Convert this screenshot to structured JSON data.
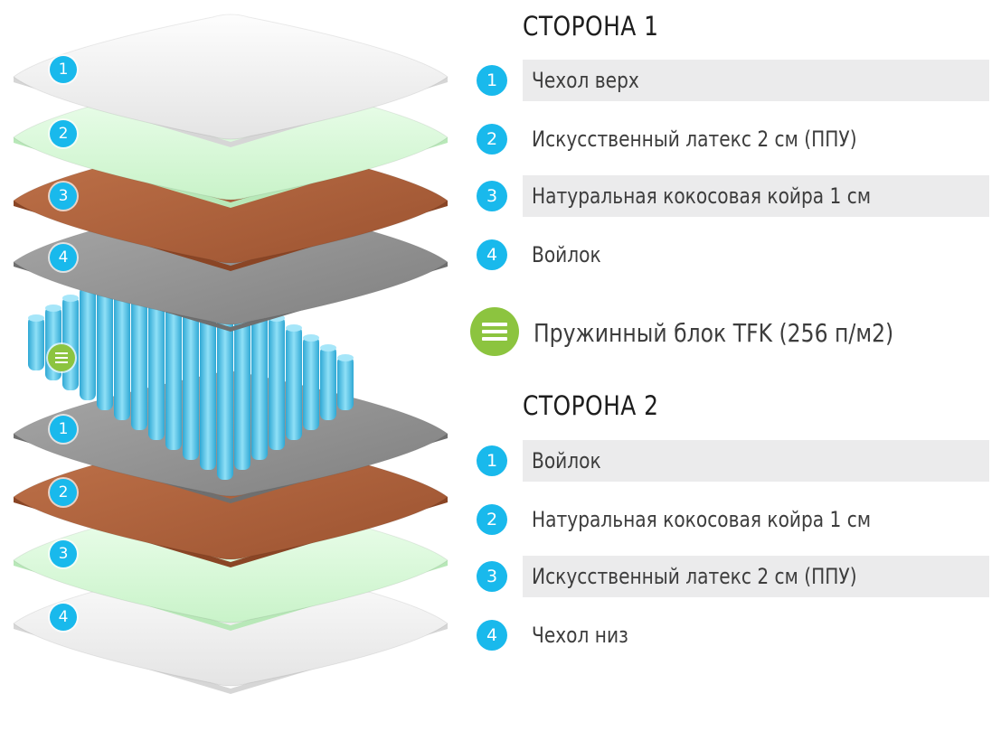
{
  "side1": {
    "title": "СТОРОНА 1",
    "items": [
      {
        "num": "1",
        "label": "Чехол верх",
        "shaded": true
      },
      {
        "num": "2",
        "label": "Искусственный латекс 2 см (ППУ)",
        "shaded": false
      },
      {
        "num": "3",
        "label": "Натуральная кокосовая койра 1 см",
        "shaded": true
      },
      {
        "num": "4",
        "label": "Войлок",
        "shaded": false
      }
    ]
  },
  "spring_block": {
    "label": "Пружинный блок TFK (256 п/м2)",
    "icon": "spring-block-icon"
  },
  "side2": {
    "title": "СТОРОНА 2",
    "items": [
      {
        "num": "1",
        "label": "Войлок",
        "shaded": true
      },
      {
        "num": "2",
        "label": "Натуральная кокосовая койра 1 см",
        "shaded": false
      },
      {
        "num": "3",
        "label": "Искусственный латекс 2 см (ППУ)",
        "shaded": true
      },
      {
        "num": "4",
        "label": "Чехол низ",
        "shaded": false
      }
    ]
  },
  "layer_badges_side1": [
    "1",
    "2",
    "3",
    "4"
  ],
  "layer_badges_side2": [
    "1",
    "2",
    "3",
    "4"
  ],
  "colors": {
    "badge_blue": "#19b9ec",
    "badge_green": "#8cc43f",
    "row_shade": "#ebebec",
    "text": "#3d3d3d",
    "coir": "#b3643a",
    "felt": "#9a9a9a",
    "latex": "#dcf8dc",
    "cover": "#f6f6f6",
    "spring": "#5bc6ea"
  }
}
